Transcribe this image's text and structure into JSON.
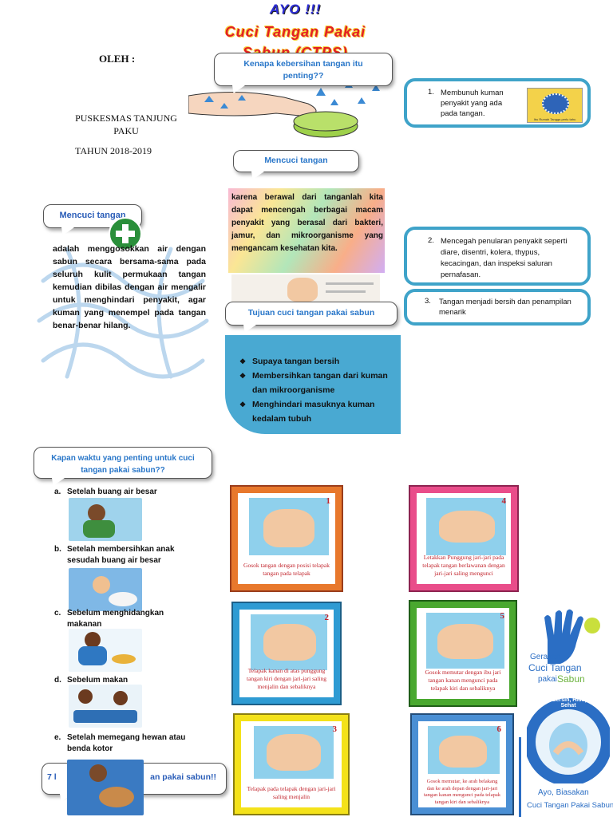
{
  "header": {
    "title1": "AYO !!!",
    "title2": "Cuci Tangan Pakai",
    "title3": "Sabun (CTPS)"
  },
  "left": {
    "oleh": "OLEH :",
    "org": "PUSKESMAS TANJUNG PAKU",
    "year": "TAHUN 2018-2019"
  },
  "why": {
    "bubble": "Kenapa kebersihan tangan itu penting??",
    "items": [
      {
        "num": "1.",
        "text": "Membunuh kuman penyakit yang ada pada tangan."
      },
      {
        "num": "2.",
        "text": "Mencegah penularan penyakit seperti diare, disentri,  kolera, thypus, kecacingan, dan inspeksi saluran pernafasan."
      },
      {
        "num": "3.",
        "text": "Tangan menjadi bersih dan penampilan menarik"
      }
    ]
  },
  "middle": {
    "bubble": "Mencuci tangan",
    "text": "karena berawal dari tanganlah kita dapat mencengah berbagai macam penyakit yang berasal dari bakteri, jamur, dan mikroorganisme yang mengancam kesehatan kita."
  },
  "definition": {
    "bubble": "Mencuci tangan",
    "text": "adalah menggosokkan air dengan sabun secara bersama-sama pada seluruh kulit permukaan tangan kemudian dibilas dengan air mengalir untuk menghindari penyakit, agar kuman yang menempel pada tangan benar-benar hilang."
  },
  "goals": {
    "bubble": "Tujuan cuci tangan pakai sabun",
    "items": [
      "Supaya tangan bersih",
      "Membersihkan tangan dari kuman dan mikroorganisme",
      "Menghindari masuknya kuman kedalam tubuh"
    ]
  },
  "when": {
    "bubble": "Kapan waktu yang penting untuk cuci tangan pakai sabun??",
    "items": [
      {
        "letter": "a.",
        "text": "Setelah buang air besar"
      },
      {
        "letter": "b.",
        "text": "Setelah membersihkan anak sesudah buang air besar"
      },
      {
        "letter": "c.",
        "text": "Sebelum menghidangkan makanan"
      },
      {
        "letter": "d.",
        "text": "Sebelum makan"
      },
      {
        "letter": "e.",
        "text": "Setelah memegang hewan atau benda kotor"
      }
    ],
    "footer_left": "7 l",
    "footer_right": "an pakai sabun!!"
  },
  "steps": [
    {
      "num": "1",
      "caption": "Gosok tangan dengan posisi telapak tangan pada telapak",
      "frame": "#e8782c"
    },
    {
      "num": "2",
      "caption": "Telapak  kanan di atas punggung tangan kiri dengan jari-jari saling menjalin dan sebaliknya",
      "frame": "#2e9bd3"
    },
    {
      "num": "3",
      "caption": "Telapak pada telapak dengan jari-jari saling menjalin",
      "frame": "#f4e21a"
    },
    {
      "num": "4",
      "caption": "Letakkan Punggung jari-jari pada  telapak tangan berlawanan dengan jari-jari saling mengunci",
      "frame": "#e94d8a"
    },
    {
      "num": "5",
      "caption": "Gosok memutar dengan ibu jari tangan kanan mengunci pada telapak kiri dan sebaliknya",
      "frame": "#49a82f"
    },
    {
      "num": "6",
      "caption": "Gosok memutar, ke arah belakang dan ke arah depan dengan jari-jari tangan kanan mengunci pada telapak tangan kiri dan sebaliknya",
      "frame": "#4a8fd4"
    }
  ],
  "logos": {
    "gerakan": [
      "Gerakan",
      "Cuci Tangan",
      "pakai",
      "Sabun"
    ],
    "ring_text": "Biasa Bersih, Hidup Jadi Sehat",
    "ayo": [
      "Ayo, Biasakan",
      "Cuci Tangan Pakai Sabun!"
    ],
    "mini_logo_caption": "Ibu Rumah Tangga perlu tahu"
  },
  "colors": {
    "accent": "#3fa3c9",
    "title_red": "#e21f26",
    "bubble_text": "#2a77c9"
  }
}
